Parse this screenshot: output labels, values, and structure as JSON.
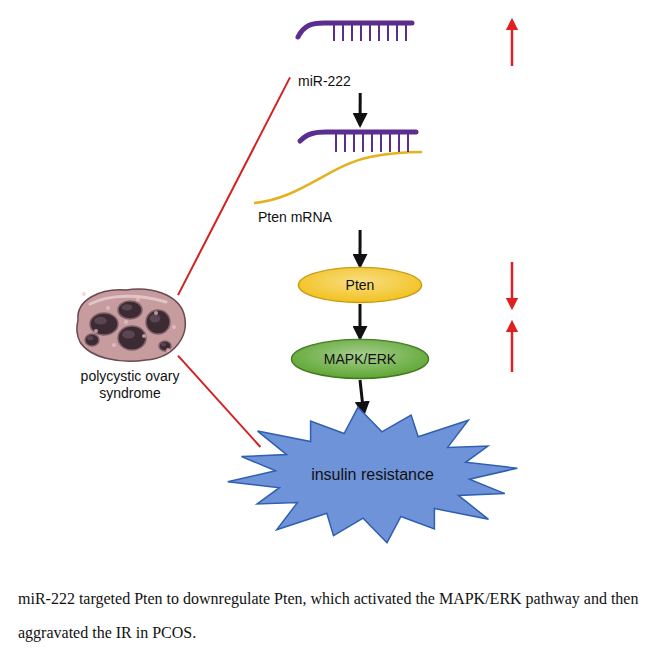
{
  "diagram": {
    "caption": "miR-222 targeted Pten to downregulate Pten, which activated the MAPK/ERK pathway and then aggravated the IR in PCOS.",
    "nodes": [
      {
        "text": [
          "polycystic ovary syndrome"
        ]
      },
      {
        "text": [
          "miR-222"
        ]
      },
      {
        "text": [
          "Pten mRNA"
        ]
      },
      {
        "text": [
          "Pten"
        ]
      },
      {
        "text": [
          "MAPK/ERK"
        ]
      },
      {
        "text": [
          "insulin resistance"
        ]
      }
    ],
    "edges": [
      {
        "from": 1,
        "to": 2,
        "arrow": "to"
      },
      {
        "from": 2,
        "to": 3,
        "arrow": "to"
      },
      {
        "from": 3,
        "to": 4,
        "arrow": "to"
      },
      {
        "from": 4,
        "to": 5,
        "arrow": "to"
      },
      {
        "from": 0,
        "to": 1,
        "arrow": "none"
      },
      {
        "from": 0,
        "to": 5,
        "arrow": "none"
      }
    ]
  }
}
